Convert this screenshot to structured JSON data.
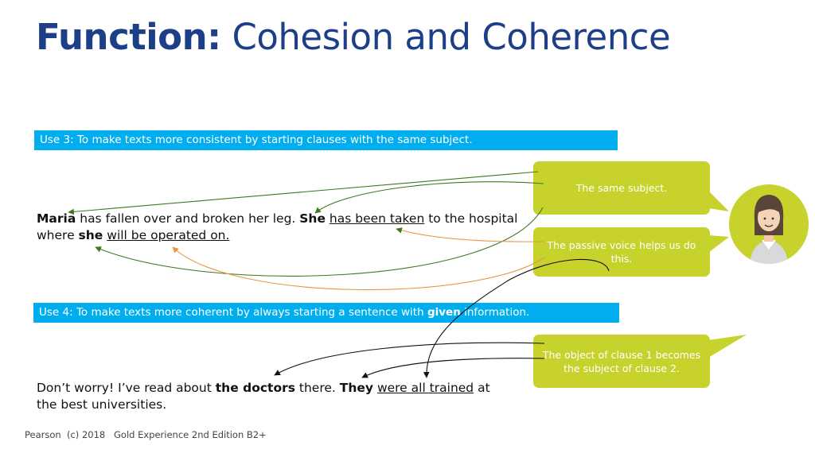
{
  "slide": {
    "title_bold": "Function:",
    "title_rest": "Cohesion and Coherence"
  },
  "use3": {
    "banner": "Use 3: To make texts more consistent by starting clauses with the same subject.",
    "sentence": {
      "s1": "Maria",
      "s2": " has fallen over and broken her leg. ",
      "s3": "She",
      "s4": " ",
      "s5": "has been taken",
      "s6": " to the hospital where ",
      "s7": "she",
      "s8": " ",
      "s9": "will be operated on."
    },
    "bubble_same_subject": "The same subject.",
    "bubble_passive": "The passive voice helps us do this."
  },
  "use4": {
    "banner_before": "Use 4: To make texts more coherent by always starting a sentence with ",
    "banner_bold": "given",
    "banner_after": " information.",
    "sentence": {
      "s1": "Don’t worry! I’ve read about ",
      "s2": "the doctors",
      "s3": " there. ",
      "s4": "They",
      "s5": " ",
      "s6": "were all trained",
      "s7": " at the best universities."
    },
    "bubble_object": "The object of clause 1 becomes the subject of clause 2."
  },
  "footer": {
    "copyright": "Pearson  (c) 2018",
    "book": "Gold Experience 2nd Edition B2+"
  },
  "colors": {
    "title": "#1d3f87",
    "banner": "#00aeef",
    "bubble": "#c7d22d",
    "arrow_green": "#3c7a1e",
    "arrow_orange": "#e8964a",
    "arrow_black": "#111111"
  },
  "icons": [
    "teacher-avatar-icon"
  ]
}
